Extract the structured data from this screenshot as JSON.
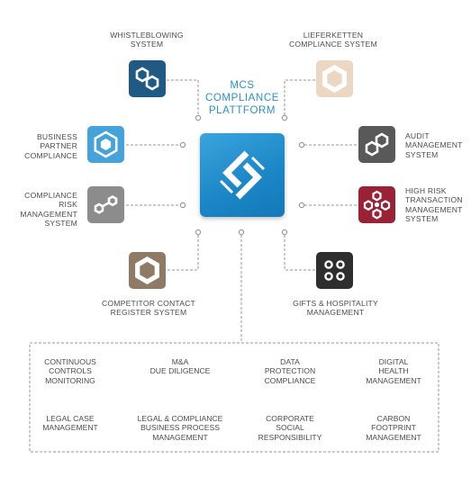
{
  "center": {
    "title": "MCS\nCOMPLIANCE\nPLATTFORM",
    "color": "#1f8bc9"
  },
  "modules": {
    "whistleblowing": {
      "label": "WHISTLEBLOWING\nSYSTEM",
      "color": "#1e5a84",
      "icon": "two-hexagons-icon"
    },
    "lieferketten": {
      "label": "LIEFERKETTEN\nCOMPLIANCE SYSTEM",
      "color": "#ecd8c2",
      "icon": "gear-ring-icon"
    },
    "business_partner": {
      "label": "BUSINESS\nPARTNER\nCOMPLIANCE",
      "color": "#43a3da",
      "icon": "hexagon-target-icon"
    },
    "audit": {
      "label": "AUDIT\nMANAGEMENT\nSYSTEM",
      "color": "#595959",
      "icon": "two-hexagons-icon"
    },
    "compliance_risk": {
      "label": "COMPLIANCE RISK\nMANAGEMENT\nSYSTEM",
      "color": "#8c8c8c",
      "icon": "chain-link-icon"
    },
    "high_risk": {
      "label": "HIGH RISK\nTRANSACTION\nMANAGEMENT\nSYSTEM",
      "color": "#9b2236",
      "icon": "hexagon-cluster-icon"
    },
    "competitor_contact": {
      "label": "COMPETITOR CONTACT\nREGISTER SYSTEM",
      "color": "#8f7a66",
      "icon": "gear-ring-icon"
    },
    "gifts": {
      "label": "GIFTS & HOSPITALITY\nMANAGEMENT",
      "color": "#2e2e2e",
      "icon": "four-dots-icon"
    }
  },
  "sub_modules": [
    {
      "label": "CONTINUOUS\nCONTROLS\nMONITORING"
    },
    {
      "label": "M&A\nDUE DILIGENCE"
    },
    {
      "label": "DATA\nPROTECTION\nCOMPLIANCE"
    },
    {
      "label": "DIGITAL\nHEALTH\nMANAGEMENT"
    },
    {
      "label": "LEGAL CASE\nMANAGEMENT"
    },
    {
      "label": "LEGAL & COMPLIANCE\nBUSINESS PROCESS\nMANAGEMENT"
    },
    {
      "label": "CORPORATE\nSOCIAL\nRESPONSIBILITY"
    },
    {
      "label": "CARBON\nFOOTPRINT\nMANAGEMENT"
    }
  ],
  "connector_color": "#9a9a9a"
}
